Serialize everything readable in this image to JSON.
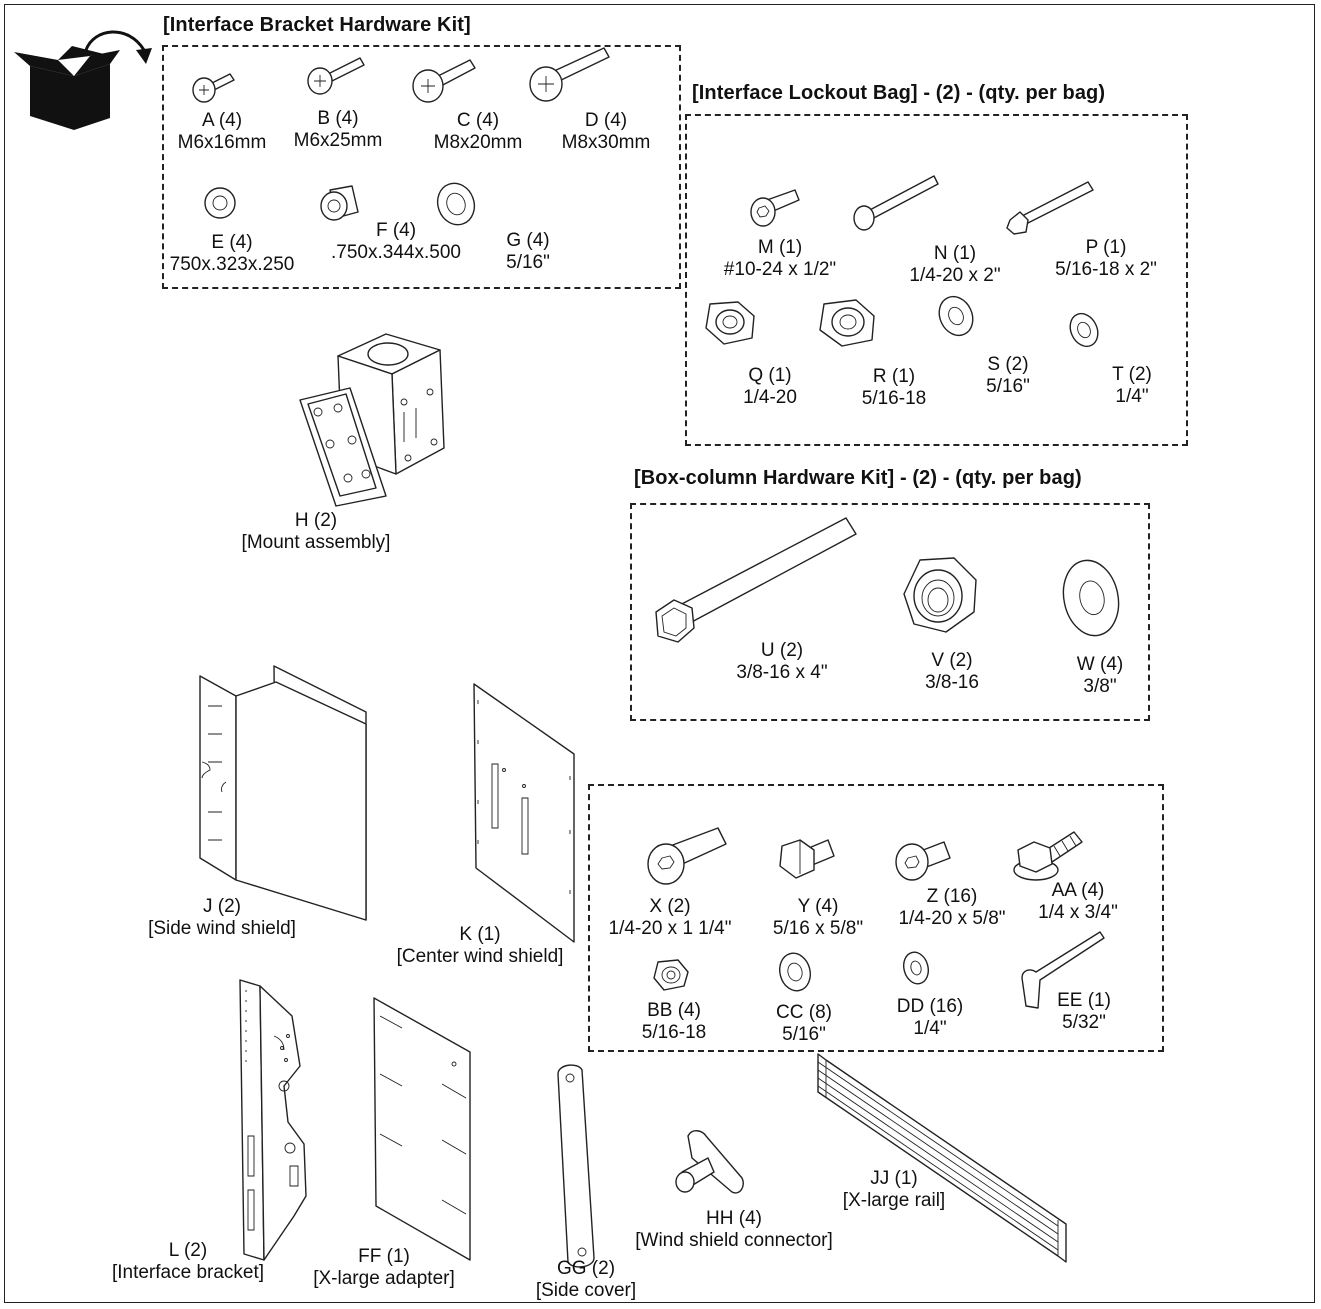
{
  "kits": {
    "interface_bracket_hardware": "[Interface Bracket Hardware Kit]",
    "interface_lockout_bag": "[Interface Lockout Bag] - (2) - (qty. per bag)",
    "box_column_hardware": "[Box-column Hardware Kit] - (2) - (qty. per bag)"
  },
  "parts": {
    "A": {
      "id": "A (4)",
      "spec": "M6x16mm"
    },
    "B": {
      "id": "B (4)",
      "spec": "M6x25mm"
    },
    "C": {
      "id": "C (4)",
      "spec": "M8x20mm"
    },
    "D": {
      "id": "D (4)",
      "spec": "M8x30mm"
    },
    "E": {
      "id": "E (4)",
      "spec": "750x.323x.250"
    },
    "F": {
      "id": "F (4)",
      "spec": ".750x.344x.500"
    },
    "G": {
      "id": "G (4)",
      "spec": "5/16\""
    },
    "H": {
      "id": "H (2)",
      "spec": "[Mount assembly]"
    },
    "M": {
      "id": "M (1)",
      "spec": "#10-24 x 1/2\""
    },
    "N": {
      "id": "N (1)",
      "spec": "1/4-20 x 2\""
    },
    "P": {
      "id": "P (1)",
      "spec": "5/16-18 x 2\""
    },
    "Q": {
      "id": "Q (1)",
      "spec": "1/4-20"
    },
    "R": {
      "id": "R (1)",
      "spec": "5/16-18"
    },
    "S": {
      "id": "S (2)",
      "spec": "5/16\""
    },
    "T": {
      "id": "T (2)",
      "spec": "1/4\""
    },
    "U": {
      "id": "U (2)",
      "spec": "3/8-16 x 4\""
    },
    "V": {
      "id": "V (2)",
      "spec": "3/8-16"
    },
    "W": {
      "id": "W (4)",
      "spec": "3/8\""
    },
    "J": {
      "id": "J (2)",
      "spec": "[Side wind shield]"
    },
    "K": {
      "id": "K (1)",
      "spec": "[Center wind shield]"
    },
    "X": {
      "id": "X (2)",
      "spec": "1/4-20 x 1 1/4\""
    },
    "Y": {
      "id": "Y (4)",
      "spec": "5/16 x 5/8\""
    },
    "Z": {
      "id": "Z (16)",
      "spec": "1/4-20 x 5/8\""
    },
    "AA": {
      "id": "AA (4)",
      "spec": "1/4 x 3/4\""
    },
    "BB": {
      "id": "BB (4)",
      "spec": "5/16-18"
    },
    "CC": {
      "id": "CC (8)",
      "spec": "5/16\""
    },
    "DD": {
      "id": "DD (16)",
      "spec": "1/4\""
    },
    "EE": {
      "id": "EE (1)",
      "spec": "5/32\""
    },
    "L": {
      "id": "L (2)",
      "spec": "[Interface bracket]"
    },
    "FF": {
      "id": "FF (1)",
      "spec": "[X-large adapter]"
    },
    "GG": {
      "id": "GG (2)",
      "spec": "[Side cover]"
    },
    "HH": {
      "id": "HH (4)",
      "spec": "[Wind shield connector]"
    },
    "JJ": {
      "id": "JJ (1)",
      "spec": "[X-large rail]"
    }
  },
  "icons": [
    "open-box-icon",
    "curved-arrow-icon"
  ]
}
